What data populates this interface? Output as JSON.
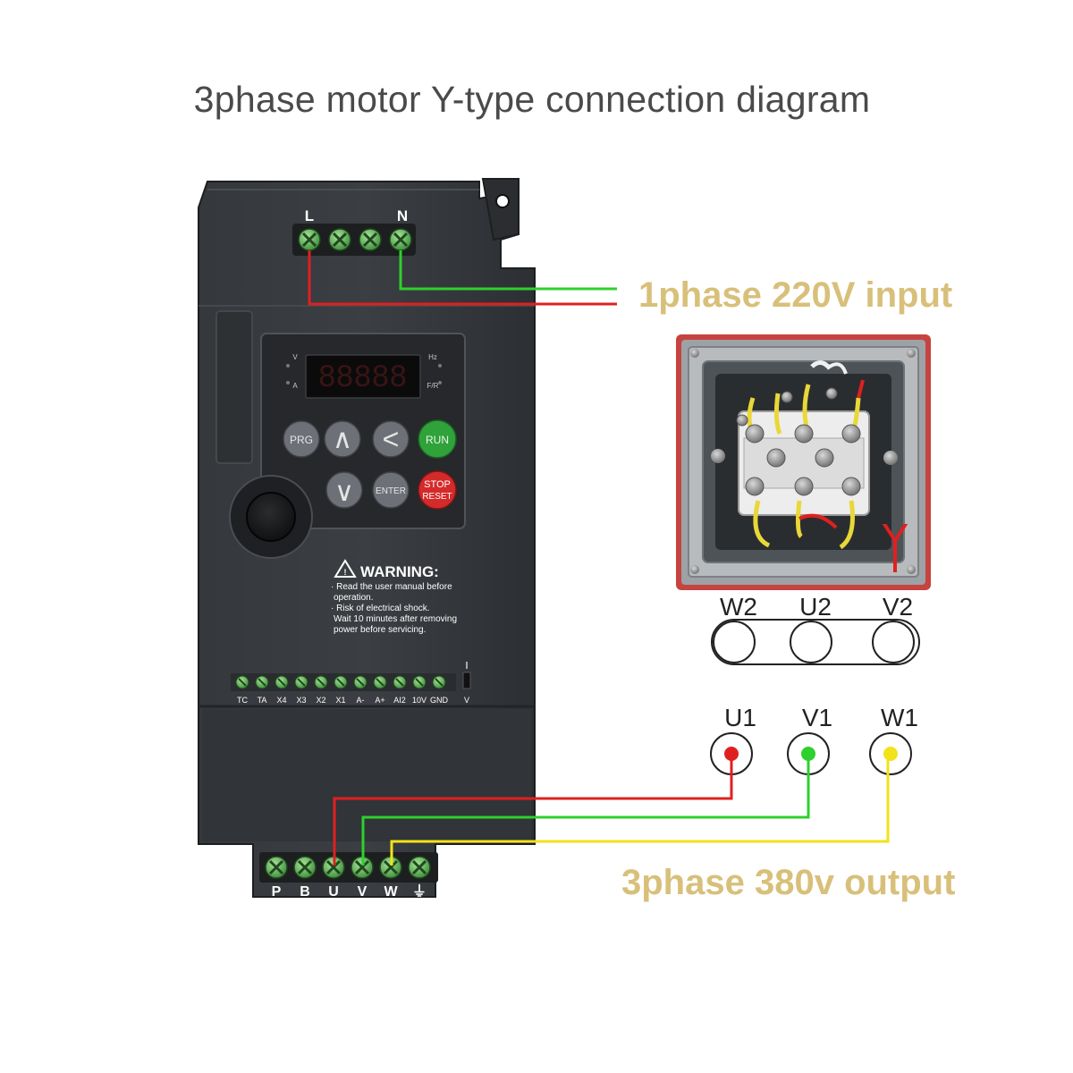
{
  "title": "3phase motor Y-type connection diagram",
  "input_label": "1phase 220V input",
  "output_label": "3phase 380v output",
  "caption_color": "#d8c07a",
  "wire_colors": {
    "red": "#e02020",
    "green": "#2ed02e",
    "yellow": "#f2e21a"
  },
  "inverter": {
    "input_terminals": {
      "left": "L",
      "right": "N"
    },
    "display": {
      "digits": "88888",
      "indicator_v": "V",
      "indicator_a": "A",
      "indicator_hz": "Hz",
      "indicator_fr": "F/R"
    },
    "keys": {
      "prg": "PRG",
      "up": "∧",
      "left": "<",
      "run": "RUN",
      "down": "∨",
      "enter": "ENTER",
      "stop": "STOP",
      "reset": "RESET"
    },
    "warning": {
      "heading": "WARNING:",
      "line1": "· Read the user manual before",
      "line2": "operation.",
      "line3": "· Risk of electrical shock.",
      "line4": "Wait 10 minutes after removing",
      "line5": "power before servicing."
    },
    "control_terminals": [
      "TC",
      "TA",
      "X4",
      "X3",
      "X2",
      "X1",
      "A-",
      "A+",
      "AI2",
      "10V",
      "GND"
    ],
    "switch_label": "V",
    "output_terminals": [
      "P",
      "B",
      "U",
      "V",
      "W",
      "⏚"
    ]
  },
  "motor_box": {
    "y_marker": "Y"
  },
  "top_terminals": [
    "W2",
    "U2",
    "V2"
  ],
  "bottom_terminals": [
    "U1",
    "V1",
    "W1"
  ]
}
